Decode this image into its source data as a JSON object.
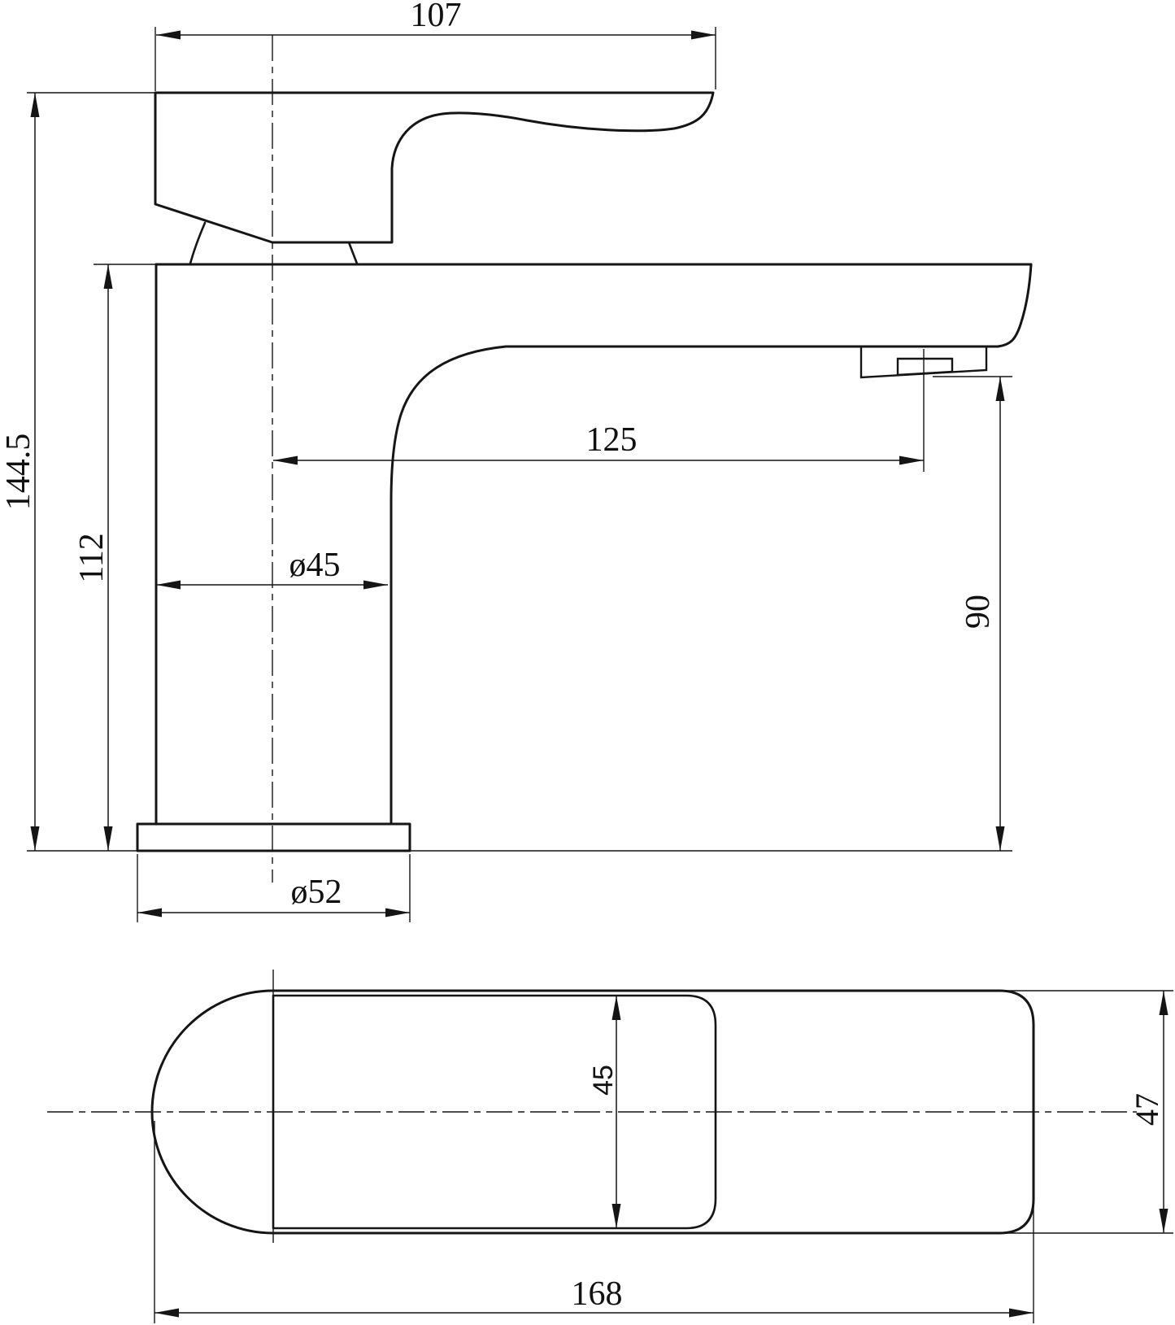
{
  "drawing": {
    "subject": "single-lever basin mixer tap",
    "views": {
      "top_drawing": "side elevation",
      "bottom_drawing": "top plan"
    },
    "units_shown": "none (numeric dimension values only)"
  },
  "dims": {
    "handle_length": {
      "label": "107",
      "value": 107
    },
    "overall_height": {
      "label": "144.5",
      "value": 144.5
    },
    "body_height": {
      "label": "112",
      "value": 112
    },
    "spout_reach": {
      "label": "125",
      "value": 125
    },
    "body_diameter": {
      "label": "ø45",
      "value": 45
    },
    "spout_outlet_height": {
      "label": "90",
      "value": 90
    },
    "base_diameter": {
      "label": "ø52",
      "value": 52
    },
    "lever_width_plan": {
      "label": "45",
      "value": 45
    },
    "body_width_plan": {
      "label": "47",
      "value": 47
    },
    "overall_length_plan": {
      "label": "168",
      "value": 168
    }
  },
  "colors": {
    "line": "#151515",
    "background": "#ffffff"
  }
}
